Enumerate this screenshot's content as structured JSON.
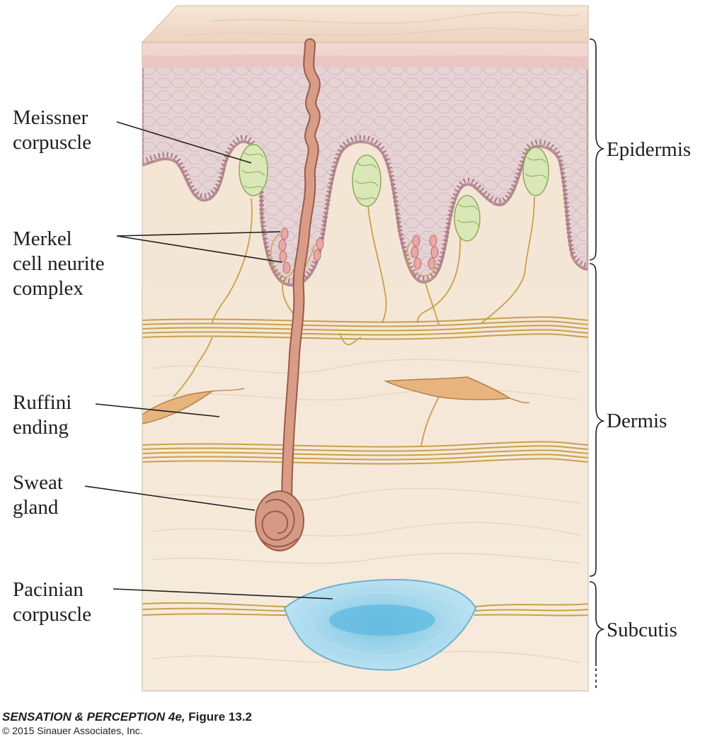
{
  "structures": {
    "meissner": [
      "Meissner",
      "corpuscle"
    ],
    "merkel": [
      "Merkel",
      "cell neurite",
      "complex"
    ],
    "ruffini": [
      "Ruffini",
      "ending"
    ],
    "sweat": [
      "Sweat",
      "gland"
    ],
    "pacinian": [
      "Pacinian",
      "corpuscle"
    ]
  },
  "layers": {
    "epidermis": "Epidermis",
    "dermis": "Dermis",
    "subcutis": "Subcutis"
  },
  "credit": {
    "title_italic": "SENSATION & PERCEPTION 4e,",
    "title_rest": " Figure 13.2",
    "copyright": "© 2015 Sinauer Associates, Inc."
  },
  "colors": {
    "epidermis": "#e6d2d4",
    "dermis": "#f6e7d5",
    "nerve": "#c9a24a",
    "meissner": "#d8e6b0",
    "merkel": "#e9a7a3",
    "ruffini": "#e6b47d",
    "sweat_gland": "#d59a85",
    "pacinian": "#a9d8ec"
  }
}
